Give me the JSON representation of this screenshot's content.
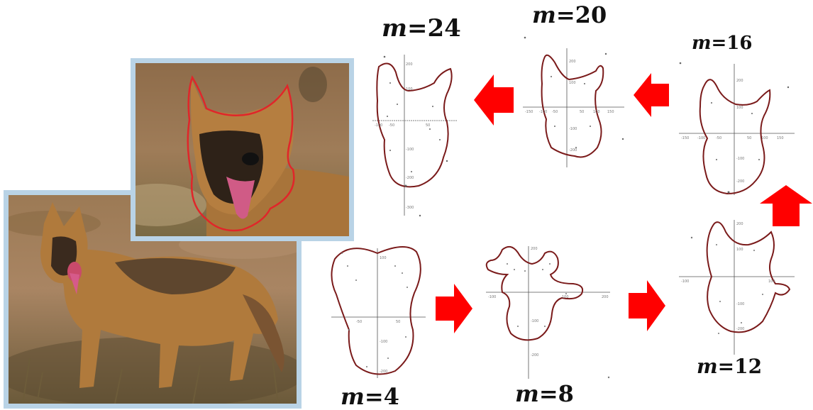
{
  "labels": {
    "m4": {
      "var": "m",
      "rest": "=4"
    },
    "m8": {
      "var": "m",
      "rest": "=8"
    },
    "m12": {
      "var": "m",
      "rest": "=12"
    },
    "m16": {
      "var": "m",
      "rest": "=16"
    },
    "m20": {
      "var": "m",
      "rest": "=20"
    },
    "m24": {
      "var": "m",
      "rest": "=24"
    }
  },
  "ticks": {
    "m24": [
      "200",
      "100",
      "-100",
      "-50",
      "50",
      "-100",
      "-200",
      "-300"
    ],
    "m20": [
      "200",
      "100",
      "-150",
      "-100",
      "-50",
      "50",
      "100",
      "150",
      "-100",
      "-200"
    ],
    "m16": [
      "200",
      "100",
      "-150",
      "-100",
      "-50",
      "50",
      "100",
      "150",
      "-100",
      "-200"
    ],
    "m4": [
      "100",
      "-50",
      "50",
      "-100",
      "-200"
    ],
    "m8": [
      "200",
      "-100",
      "100",
      "200",
      "-100",
      "-200"
    ],
    "m12": [
      "200",
      "100",
      "-100",
      "100",
      "-100",
      "-200"
    ]
  },
  "colors": {
    "contour": "#7a1a1a",
    "arrow": "#ff0000",
    "frame": "#b9d3e6",
    "outline_on_photo": "#e0262a"
  },
  "icons": [
    "arrow-left-icon",
    "arrow-left-icon",
    "arrow-up-icon",
    "arrow-right-icon",
    "arrow-right-icon"
  ]
}
